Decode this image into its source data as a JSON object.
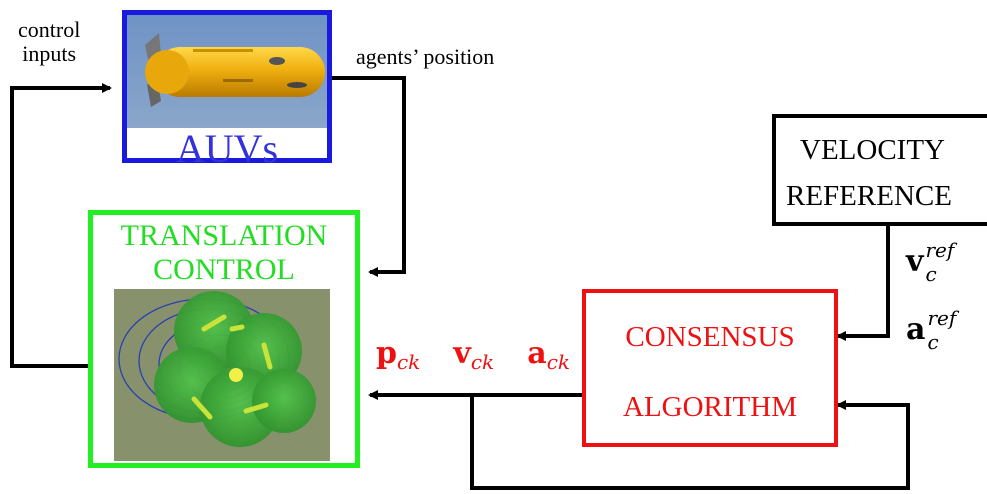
{
  "colors": {
    "auv_border": "#1a1adf",
    "translation_border": "#22ee22",
    "consensus_border": "#ee1111",
    "reference_border": "#000000",
    "arrow": "#000000",
    "auv_label": "#3333dd",
    "translation_label": "#22dd22",
    "consensus_label": "#ee1111",
    "signal_label": "#ee1111"
  },
  "labels": {
    "control_inputs_line1": "control",
    "control_inputs_line2": "inputs",
    "agents_position": "agents’ position"
  },
  "auv_box": {
    "title": "AUVs",
    "image": "auv-vehicle-render"
  },
  "translation_box": {
    "title_line1": "TRANSLATION",
    "title_line2": "CONTROL",
    "image": "formation-simulation-render"
  },
  "consensus_box": {
    "title_line1": "CONSENSUS",
    "title_line2": "ALGORITHM"
  },
  "reference_box": {
    "title_line1": "VELOCITY",
    "title_line2": "REFERENCE"
  },
  "signals": {
    "p": {
      "base": "p",
      "sub": "ck"
    },
    "v": {
      "base": "v",
      "sub": "ck"
    },
    "a": {
      "base": "a",
      "sub": "ck"
    },
    "v_ref": {
      "base": "v",
      "sub": "c",
      "sup": "ref"
    },
    "a_ref": {
      "base": "a",
      "sub": "c",
      "sup": "ref"
    }
  }
}
